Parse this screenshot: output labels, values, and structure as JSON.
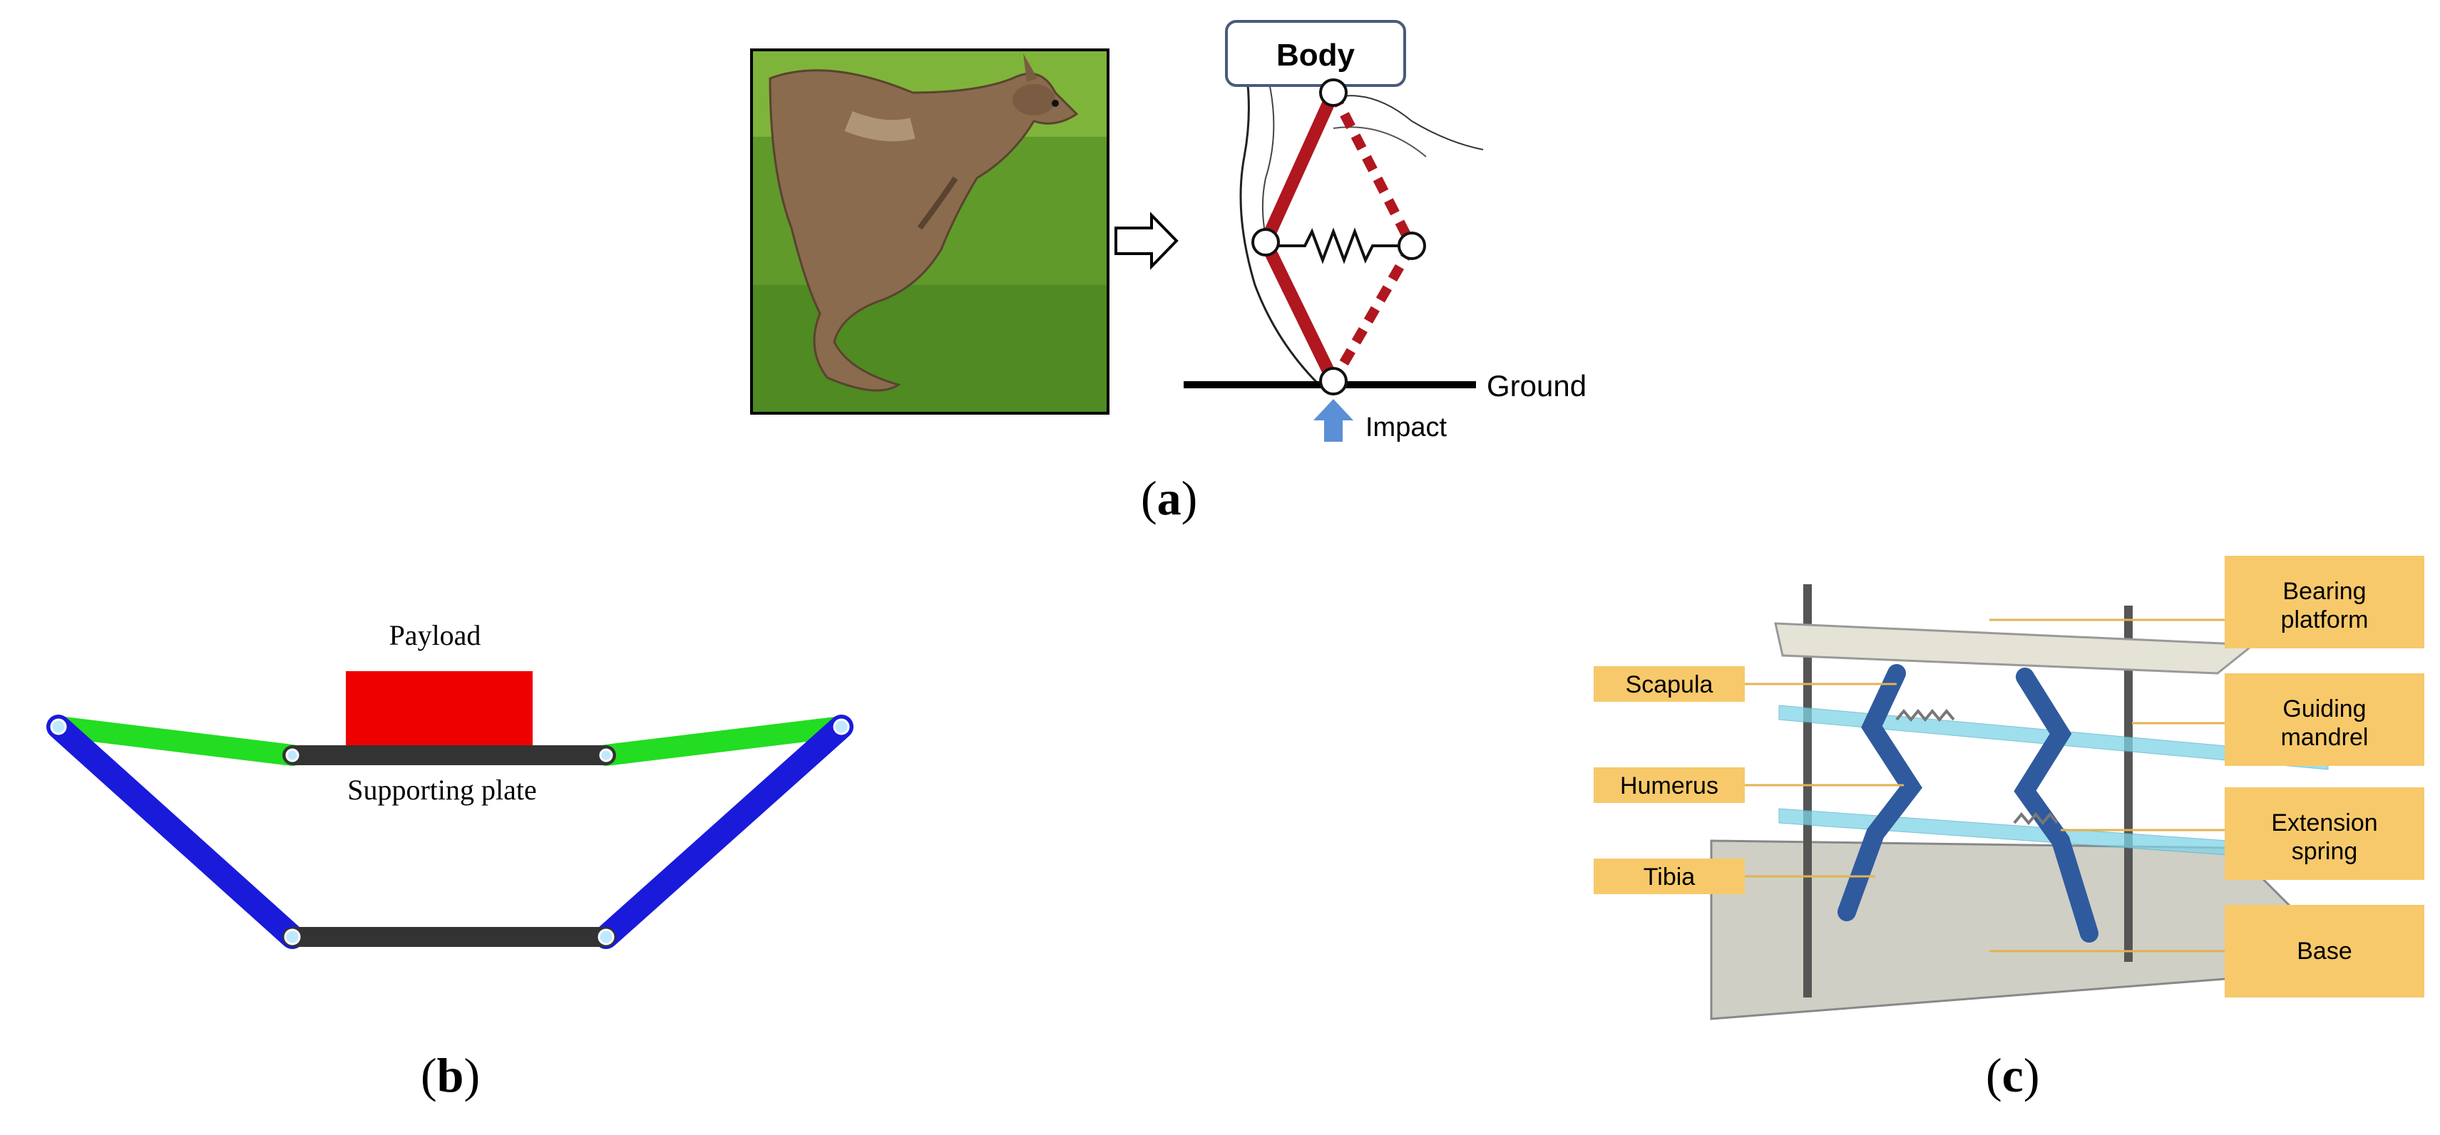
{
  "panel_a": {
    "body_label": "Body",
    "ground_label": "Ground",
    "impact_label": "Impact",
    "caption_letter": "a",
    "colors": {
      "leg": "#b0171f",
      "impact_arrow": "#5b8fd6"
    }
  },
  "panel_b": {
    "payload_label": "Payload",
    "supporting_plate_label": "Supporting plate",
    "caption_letter": "b",
    "colors": {
      "payload": "#ee0000",
      "upper_links": "#22dd22",
      "lower_links": "#1a1adb",
      "plates": "#333333"
    }
  },
  "panel_c": {
    "labels_left": [
      "Scapula",
      "Humerus",
      "Tibia"
    ],
    "labels_right": [
      "Bearing\nplatform",
      "Guiding\nmandrel",
      "Extension\nspring",
      "Base"
    ],
    "caption_letter": "c",
    "colors": {
      "label_box": "#f7c96a",
      "leader": "#e3b34f",
      "glass": "#7fd4e6",
      "leg": "#2f5a9e"
    }
  }
}
